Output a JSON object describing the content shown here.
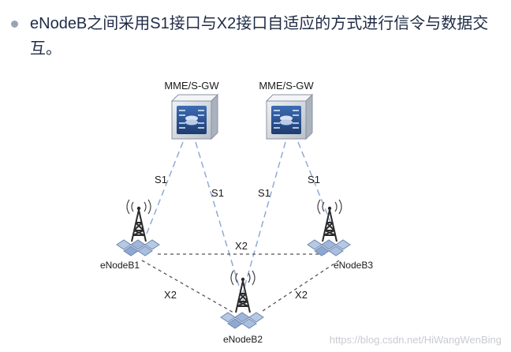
{
  "bullet_text": "eNodeB之间采用S1接口与X2接口自适应的方式进行信令与数据交互。",
  "nodes": {
    "mme1": "MME/S-GW",
    "mme2": "MME/S-GW",
    "enb1": "eNodeB1",
    "enb2": "eNodeB2",
    "enb3": "eNodeB3"
  },
  "links": {
    "s1_a": "S1",
    "s1_b": "S1",
    "s1_c": "S1",
    "s1_d": "S1",
    "x2_top": "X2",
    "x2_left": "X2",
    "x2_right": "X2"
  },
  "watermark": "https://blog.csdn.net/HiWangWenBing",
  "colors": {
    "link_line": "#8faad6",
    "gateway_body": "#d8dde4",
    "gateway_panel": "#2a4f8c",
    "tower": "#2b2b2b",
    "hex_tile": "#9fb6d9"
  }
}
